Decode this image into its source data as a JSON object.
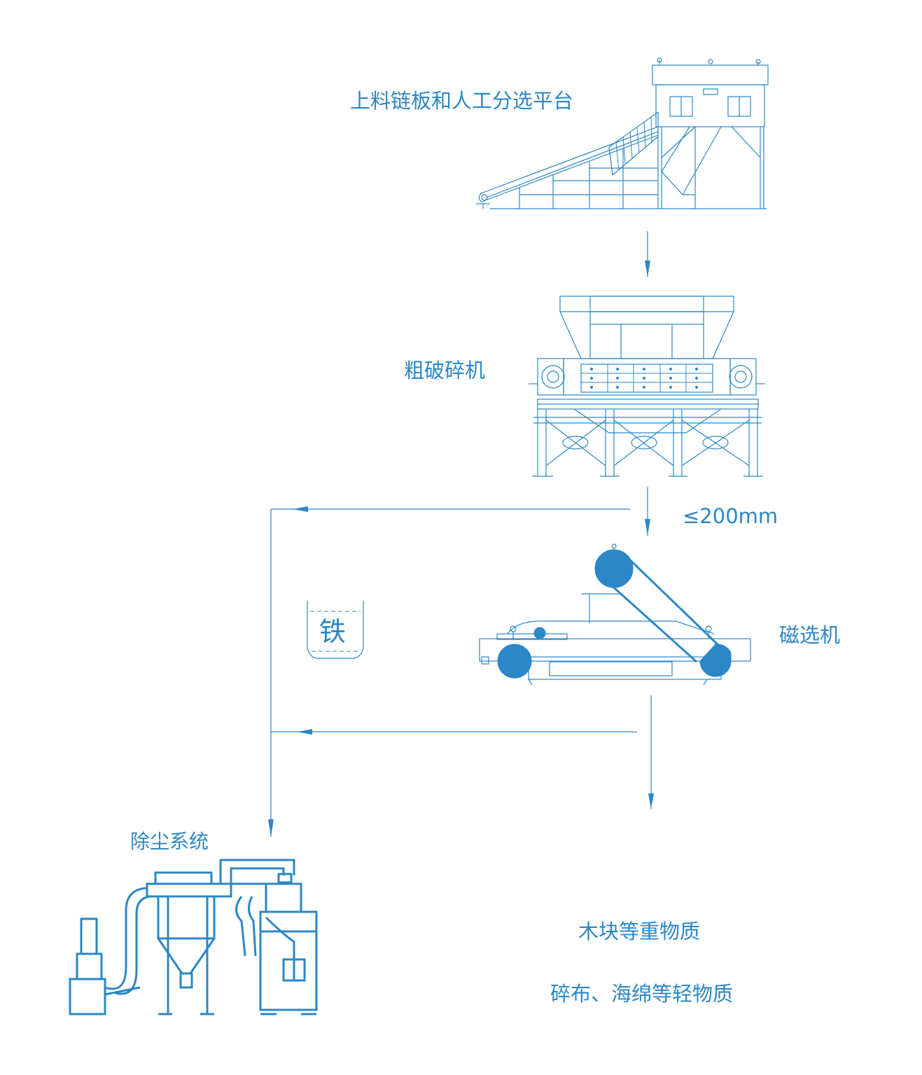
{
  "labels": {
    "feeder": "上料链板和人工分选平台",
    "shredder": "粗破碎机",
    "size_limit": "≤200mm",
    "magnet": "磁选机",
    "iron": "铁",
    "dust": "除尘系统",
    "heavy": "木块等重物质",
    "light": "碎布、海绵等轻物质"
  },
  "colors": {
    "primary": "#2b87c6",
    "background": "#ffffff"
  }
}
